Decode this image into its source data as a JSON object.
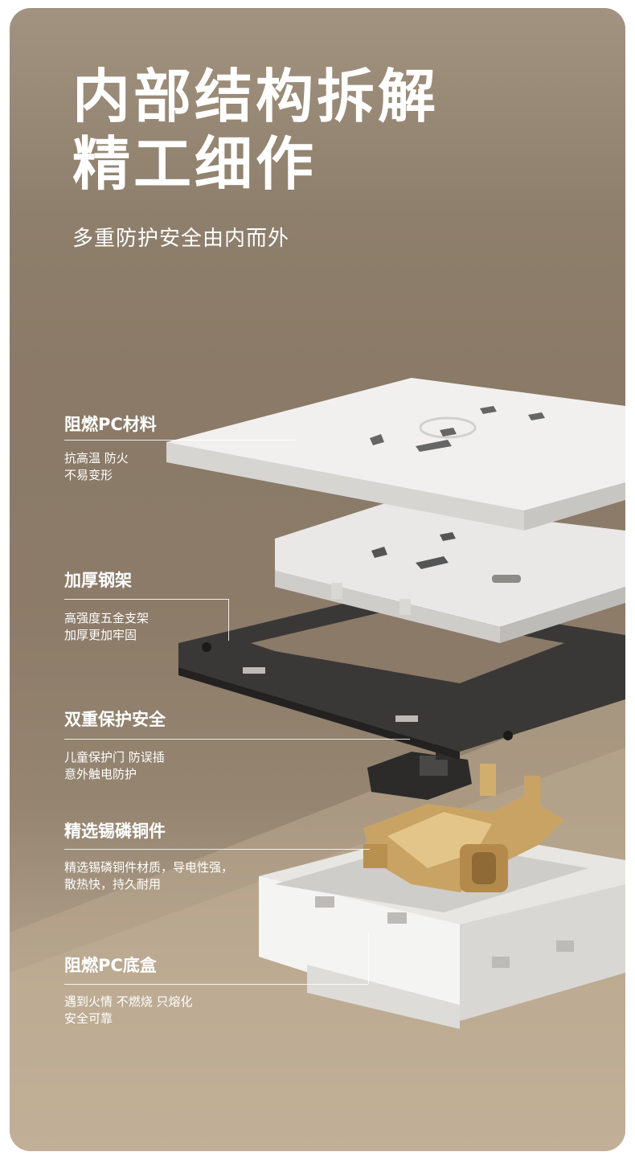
{
  "header": {
    "title_line1": "内部结构拆解",
    "title_line2": "精工细作",
    "subtitle": "多重防护安全由内而外"
  },
  "features": [
    {
      "heading": "阻燃PC材料",
      "line1": "抗高温 防火",
      "line2": "不易变形"
    },
    {
      "heading": "加厚钢架",
      "line1": "高强度五金支架",
      "line2": "加厚更加牢固"
    },
    {
      "heading": "双重保护安全",
      "line1": "儿童保护门 防误插",
      "line2": "意外触电防护"
    },
    {
      "heading": "精选锡磷铜件",
      "line1": "精选锡磷铜件材质，导电性强，",
      "line2": "散热快，持久耐用"
    },
    {
      "heading": "阻燃PC底盒",
      "line1": "遇到火情 不燃烧 只熔化",
      "line2": "安全可靠"
    }
  ],
  "colors": {
    "background_top": "#a29380",
    "background_mid": "#8a7a67",
    "background_bottom": "#c4b39c",
    "panel_white": "#f1f0ee",
    "steel_frame": "#3a3836",
    "copper": "#c9a364",
    "text": "#ffffff"
  }
}
